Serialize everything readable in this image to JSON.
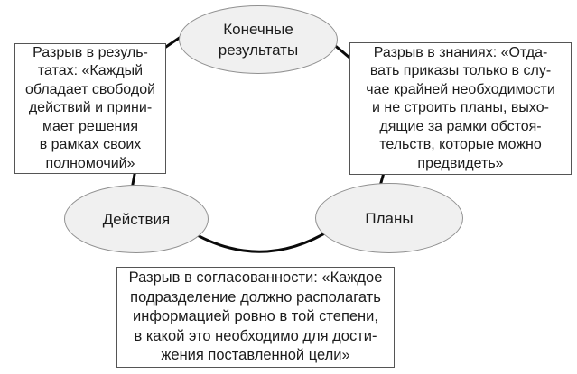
{
  "colors": {
    "background": "#ffffff",
    "ellipse_fill": "#f0f0f0",
    "ellipse_border": "#909090",
    "box_fill": "#ffffff",
    "box_border": "#555555",
    "connector": "#0a0a0a",
    "text": "#1c1c1c"
  },
  "nodes": {
    "final_results": "Конечные\nрезультаты",
    "actions": "Действия",
    "plans": "Планы"
  },
  "boxes": {
    "results_gap": "Разрыв в резуль-\nтатах: «Каждый\nобладает свободой\nдействий и прини-\nмает решения\nв рамках своих\nполномочий»",
    "knowledge_gap": "Разрыв в знаниях: «Отда-\nвать приказы только в слу-\nчае крайней необходимости\nи не строить планы, выхо-\nдящие за рамки обстоя-\nтельств, которые можно\nпредвидеть»",
    "alignment_gap": "Разрыв в согласованности: «Каждое\nподразделение должно располагать\nинформацией ровно в той степени,\nв какой это необходимо для дости-\nжения поставленной цели»"
  }
}
